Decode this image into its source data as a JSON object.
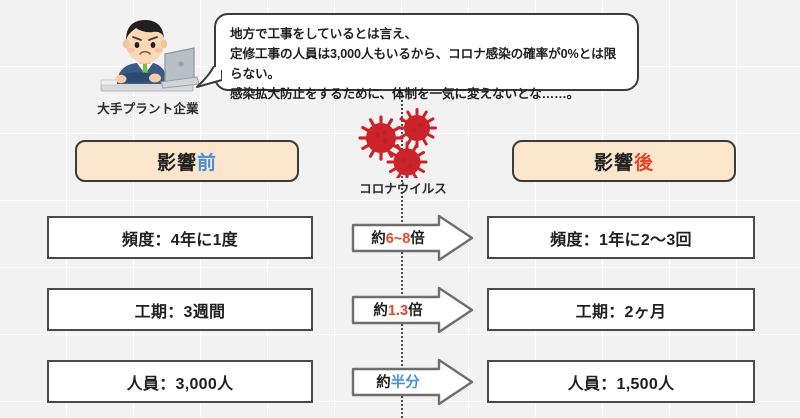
{
  "speech_bubble": {
    "text": "地方で工事をしているとは言え、\n定修工事の人員は3,000人もいるから、コロナ感染の確率が0%とは限らない。\n感染拡大防止をするために、体制を一気に変えないとな……。"
  },
  "character": {
    "label": "大手プラント企業",
    "icon": "worried-businessman-at-laptop-icon"
  },
  "virus": {
    "label": "コロナウイルス",
    "icon": "coronavirus-icon",
    "color": "#cc2229",
    "count": 3
  },
  "headers": {
    "before": {
      "static": "影響",
      "accent": "前",
      "accent_color": "#4a90d9"
    },
    "after": {
      "static": "影響",
      "accent": "後",
      "accent_color": "#e8452c"
    }
  },
  "colors": {
    "background": "#f2f2f2",
    "pill_fill": "#fce5cd",
    "outline": "#3b3b3b",
    "accent_blue": "#4a90d9",
    "accent_red": "#e8452c",
    "virus_red": "#cc2229"
  },
  "rows": [
    {
      "before": "頻度：4年に1度",
      "after": "頻度：1年に2〜3回",
      "arrow": {
        "prefix": "約",
        "value": "6~8",
        "suffix": "倍",
        "value_color": "#e8452c"
      }
    },
    {
      "before": "工期：3週間",
      "after": "工期：2ヶ月",
      "arrow": {
        "prefix": "約",
        "value": "1.3",
        "suffix": "倍",
        "value_color": "#e8452c"
      }
    },
    {
      "before": "人員：3,000人",
      "after": "人員：1,500人",
      "arrow": {
        "prefix": "約",
        "value": "半分",
        "suffix": "",
        "value_color": "#4a90d9"
      }
    }
  ]
}
